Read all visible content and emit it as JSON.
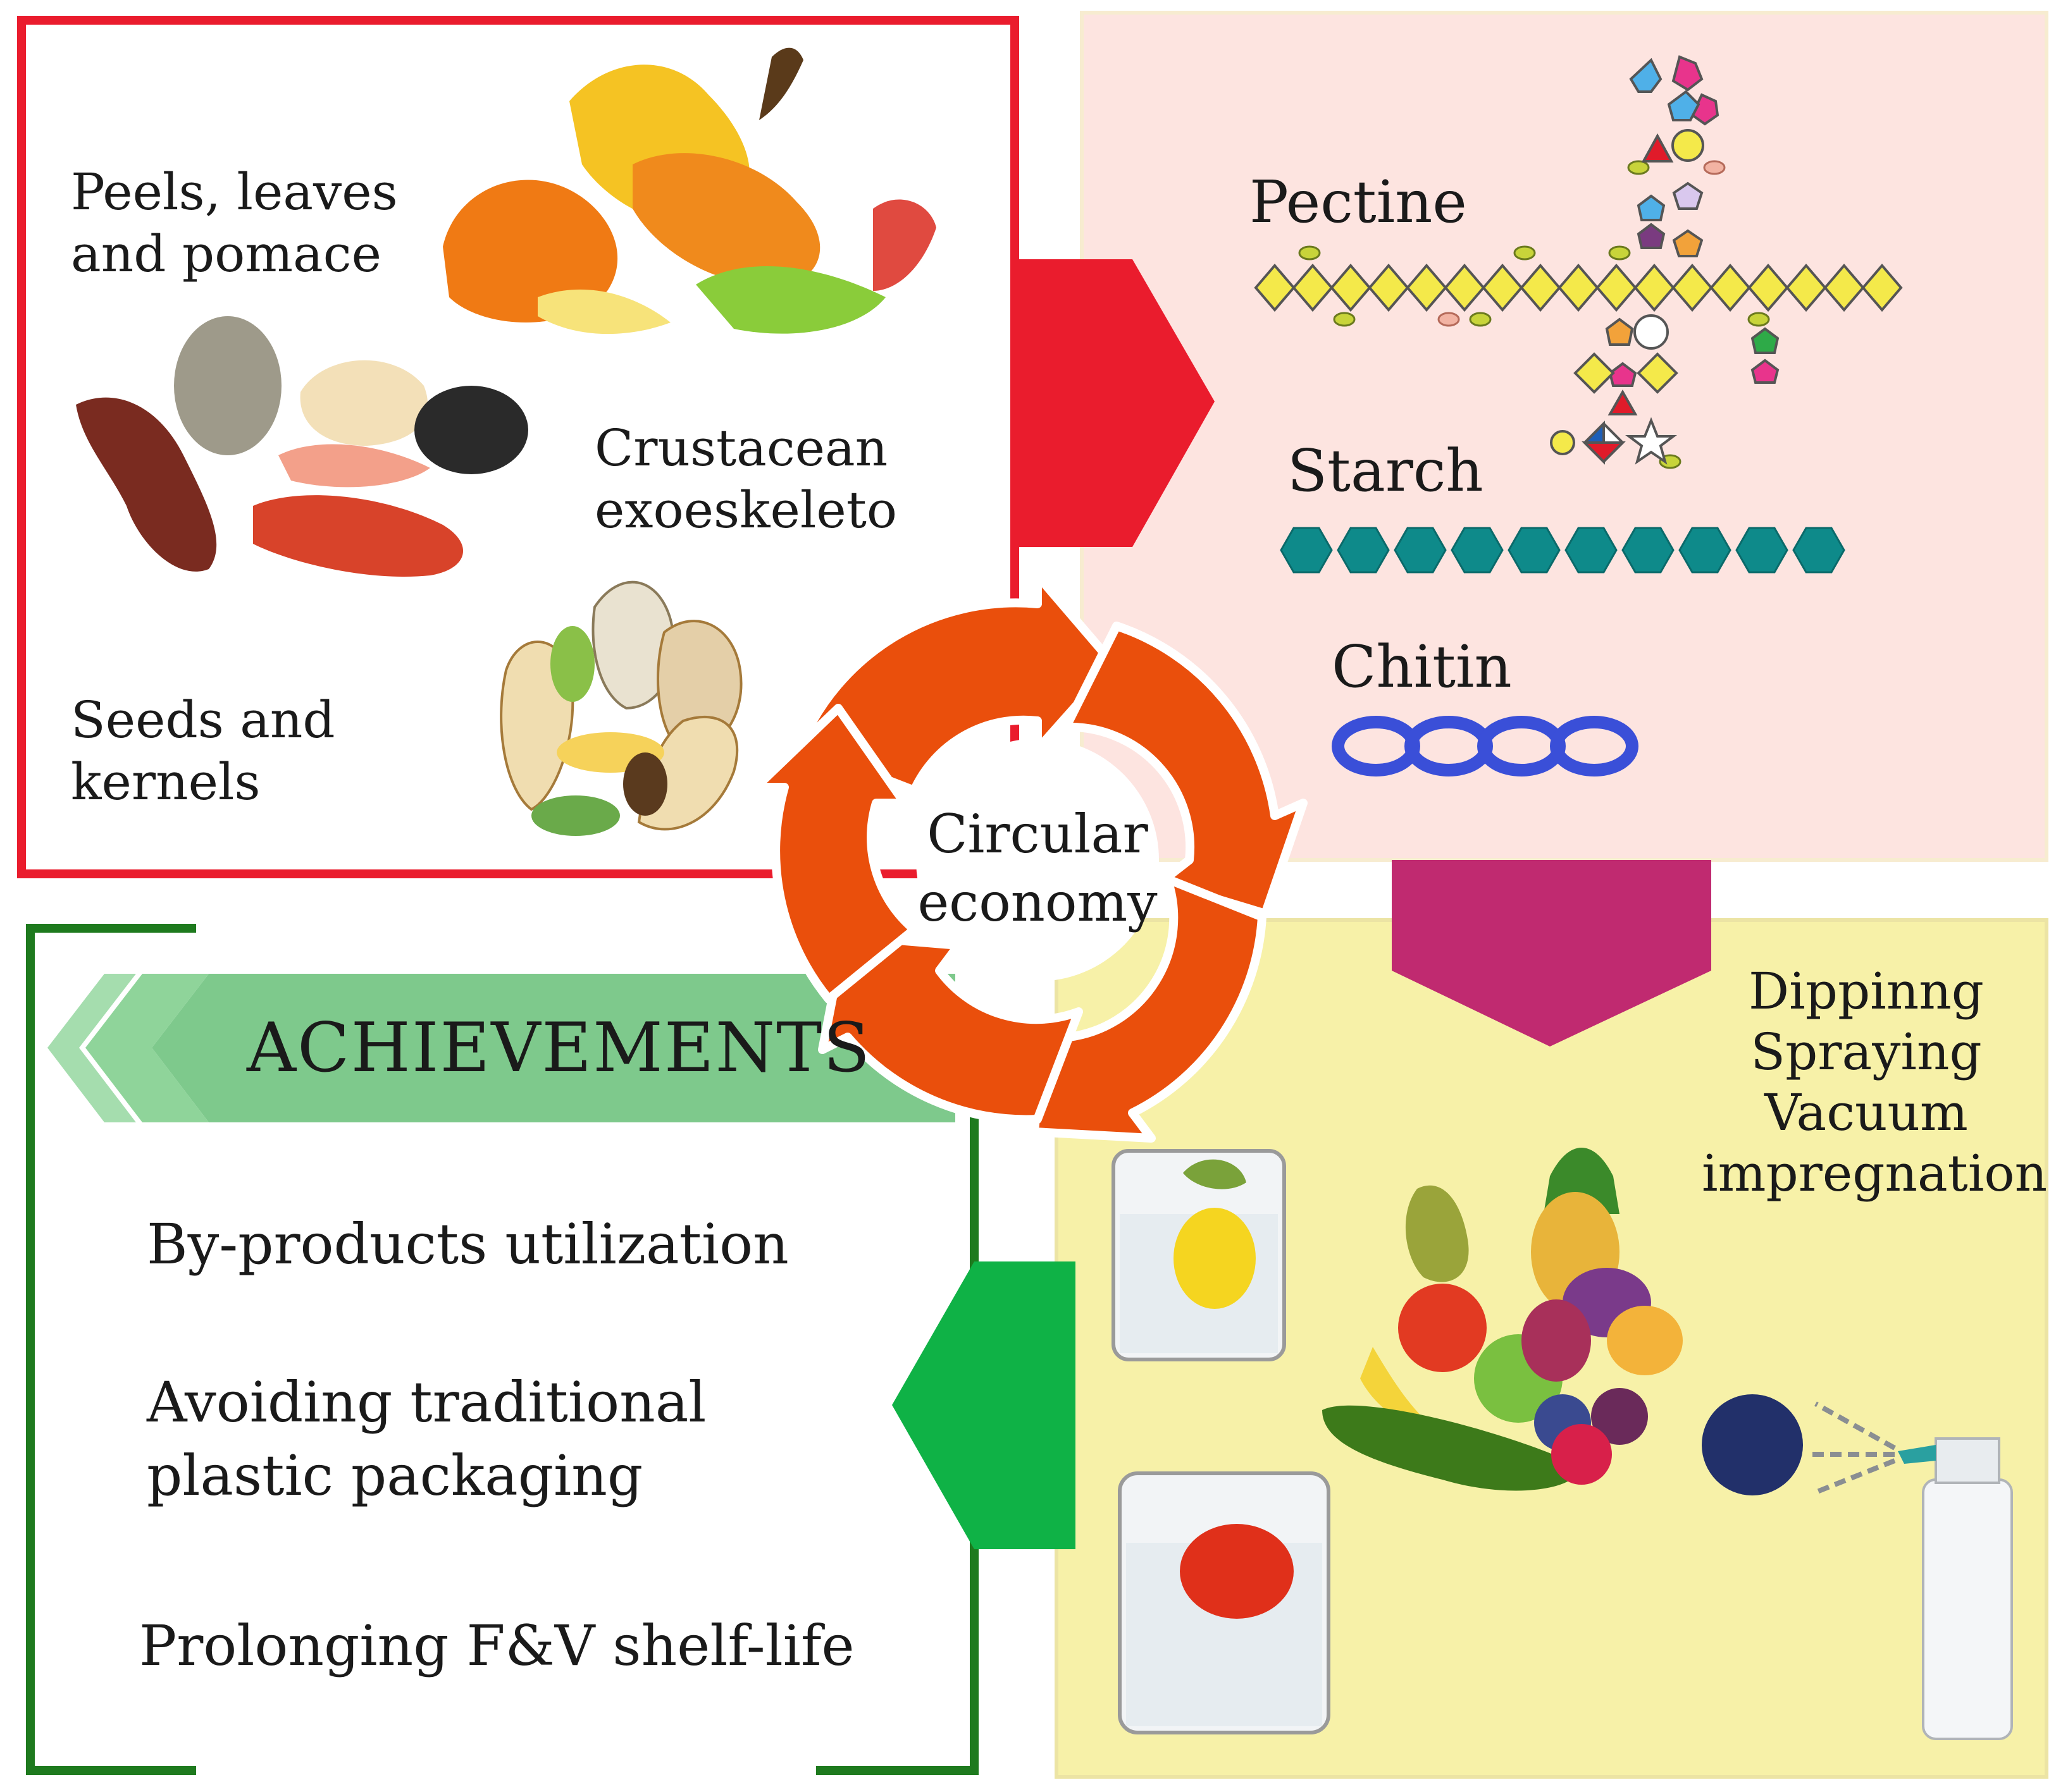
{
  "waste_sources": {
    "peels": "Peels, leaves\nand pomace",
    "crustacean": "Crustacean\nexoeskeleto",
    "seeds": "Seeds and\nkernels"
  },
  "polymers": {
    "pectine": "Pectine",
    "starch": "Starch",
    "chitin": "Chitin"
  },
  "application_methods": {
    "line1": "Dippinng",
    "line2": "Spraying",
    "line3": "Vacuum",
    "line4": "impregnation"
  },
  "center": {
    "label": "Circular\neconomy"
  },
  "achievements": {
    "title": "ACHIEVEMENTS",
    "item1": "By-products utilization",
    "item2": "Avoiding traditional\nplastic packaging",
    "item3": "Prolonging F&V shelf-life"
  },
  "colors": {
    "waste_border": "#ea1c2d",
    "polymer_panel": "#fde4e0",
    "method_panel": "#f7f1a8",
    "achievement_border": "#1e7a1e",
    "achievement_banner": "#7ec98c",
    "cycle_arrows": "#ea4f0c",
    "down_arrow": "#c02a70",
    "left_arrow": "#0fb246"
  }
}
